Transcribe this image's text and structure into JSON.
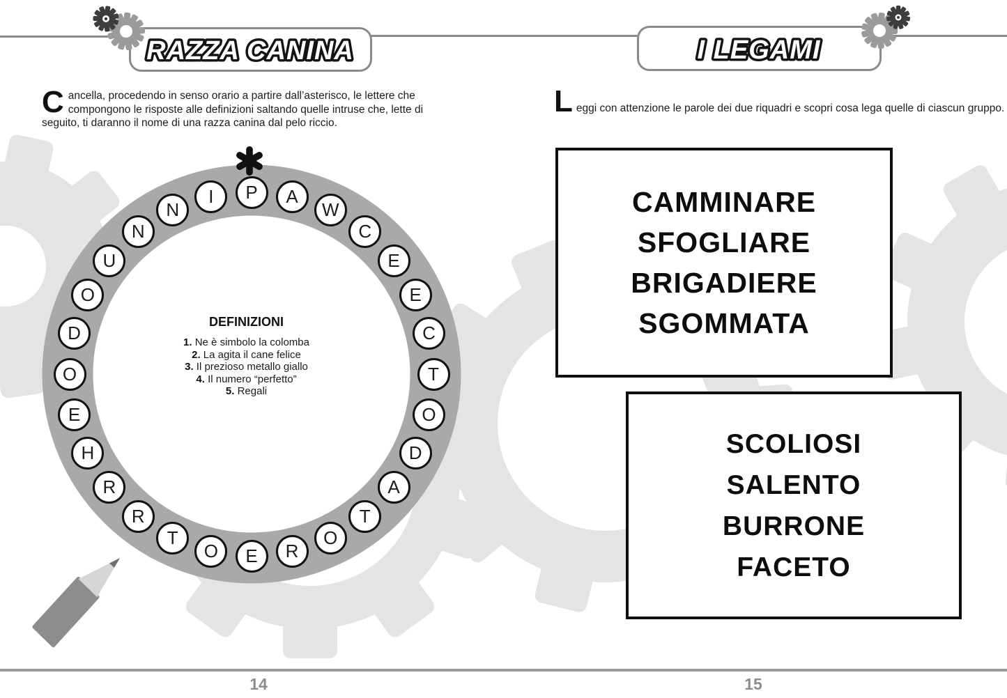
{
  "colors": {
    "ink_black": "#111111",
    "ring_gray": "#a9a9a9",
    "background_gear_gray": "#e4e4e4",
    "decor_gear_gray": "#9b9b9b",
    "decor_gear_dark": "#3d3d3d",
    "line_gray": "#8a8a8a",
    "page_number_gray": "#8c8c8c"
  },
  "left_page": {
    "title": "RAZZA CANINA",
    "instruction": {
      "drop_cap": "C",
      "text": "ancella, procedendo in senso orario a partire dall’asterisco, le lettere che compongono le risposte alle definizioni saltando quelle intruse che, lette di seguito, ti daranno il nome di una razza canina dal pelo riccio."
    },
    "ring": {
      "start_marker": "*",
      "letters_clockwise_from_top": [
        "P",
        "A",
        "W",
        "C",
        "E",
        "E",
        "C",
        "T",
        "O",
        "D",
        "A",
        "T",
        "O",
        "R",
        "E",
        "O",
        "T",
        "R",
        "R",
        "H",
        "E",
        "O",
        "D",
        "O",
        "U",
        "N",
        "N",
        "I"
      ]
    },
    "definitions": {
      "title": "DEFINIZIONI",
      "items": [
        {
          "num": "1.",
          "text": "Ne è simbolo la colomba"
        },
        {
          "num": "2.",
          "text": "La agita il cane felice"
        },
        {
          "num": "3.",
          "text": "Il prezioso metallo giallo"
        },
        {
          "num": "4.",
          "text": "Il numero “perfetto”"
        },
        {
          "num": "5.",
          "text": "Regali"
        }
      ]
    },
    "page_number": "14"
  },
  "right_page": {
    "title": "I LEGAMI",
    "instruction": {
      "drop_cap": "L",
      "text": "eggi con attenzione le parole dei due riquadri e scopri cosa lega quelle di ciascun gruppo."
    },
    "box1_words": [
      "CAMMINARE",
      "SFOGLIARE",
      "BRIGADIERE",
      "SGOMMATA"
    ],
    "box2_words": [
      "SCOLIOSI",
      "SALENTO",
      "BURRONE",
      "FACETO"
    ],
    "page_number": "15"
  }
}
